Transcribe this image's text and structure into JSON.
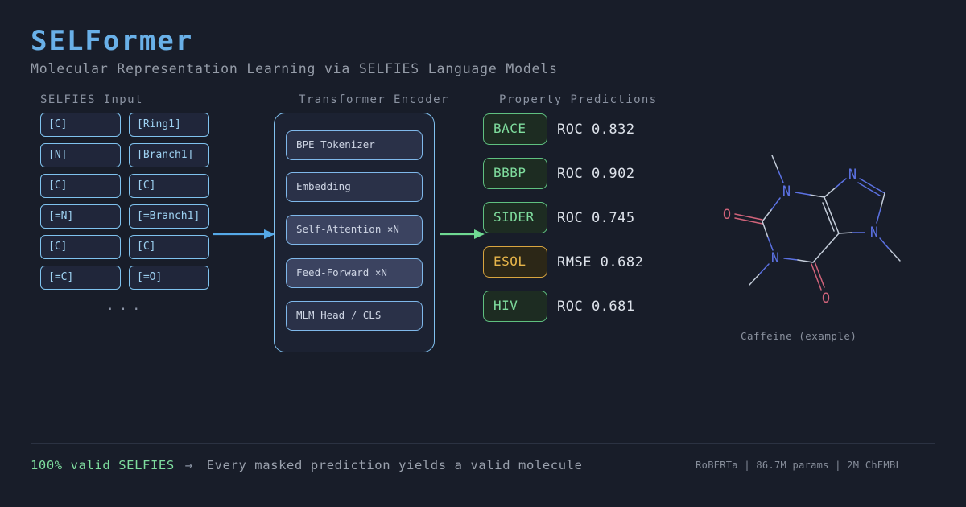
{
  "header": {
    "title": "SELFormer",
    "subtitle": "Molecular Representation Learning via SELFIES Language Models"
  },
  "selfies": {
    "heading": "SELFIES Input",
    "tokens": [
      "[C]",
      "[Ring1]",
      "[N]",
      "[Branch1]",
      "[C]",
      "[C]",
      "[=N]",
      "[=Branch1]",
      "[C]",
      "[C]",
      "[=C]",
      "[=O]"
    ],
    "ellipsis": "..."
  },
  "encoder": {
    "heading": "Transformer Encoder",
    "blocks": [
      {
        "label": "BPE Tokenizer",
        "highlight": false
      },
      {
        "label": "Embedding",
        "highlight": false
      },
      {
        "label": "Self-Attention ×N",
        "highlight": true
      },
      {
        "label": "Feed-Forward ×N",
        "highlight": true
      },
      {
        "label": "MLM Head / CLS",
        "highlight": false
      }
    ]
  },
  "predictions": {
    "heading": "Property Predictions",
    "rows": [
      {
        "dataset": "BACE",
        "metric": "ROC 0.832",
        "variant": "green"
      },
      {
        "dataset": "BBBP",
        "metric": "ROC 0.902",
        "variant": "green"
      },
      {
        "dataset": "SIDER",
        "metric": "ROC 0.745",
        "variant": "green"
      },
      {
        "dataset": "ESOL",
        "metric": "RMSE 0.682",
        "variant": "amber"
      },
      {
        "dataset": "HIV",
        "metric": "ROC 0.681",
        "variant": "green"
      }
    ]
  },
  "molecule": {
    "caption": "Caffeine (example)",
    "atom_labels": {
      "n1": "N",
      "n3": "N",
      "n9": "N",
      "n7": "N",
      "o2": "O",
      "o6": "O"
    }
  },
  "footer": {
    "highlight": "100% valid SELFIES",
    "arrow": "→",
    "claim": "Every masked prediction yields a valid molecule",
    "meta": "RoBERTa  |  86.7M params  |  2M ChEMBL"
  },
  "colors": {
    "background": "#181d29",
    "accent_blue": "#69b0e8",
    "token_blue": "#9ed2f2",
    "arrow_blue": "#55a9e8",
    "arrow_green": "#6fd992",
    "badge_green": "#7fdd9e",
    "badge_amber": "#e7b54a",
    "nitrogen_blue": "#5b71e2",
    "oxygen_red": "#d0637a"
  }
}
